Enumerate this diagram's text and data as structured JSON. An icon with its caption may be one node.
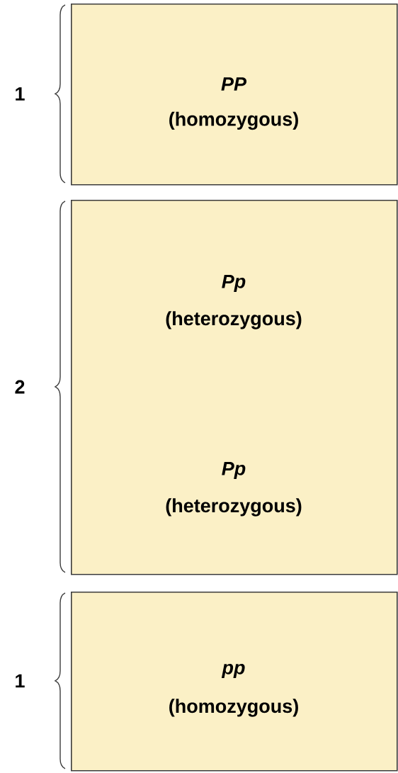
{
  "diagram": {
    "nodes": [
      {
        "text": [
          "PP",
          "(homozygous)"
        ]
      },
      {
        "text": [
          "Pp",
          "(heterozygous)",
          "Pp",
          "(heterozygous)"
        ]
      },
      {
        "text": [
          "pp",
          "(homozygous)"
        ]
      }
    ],
    "labels": [
      "1",
      "2",
      "1"
    ]
  }
}
